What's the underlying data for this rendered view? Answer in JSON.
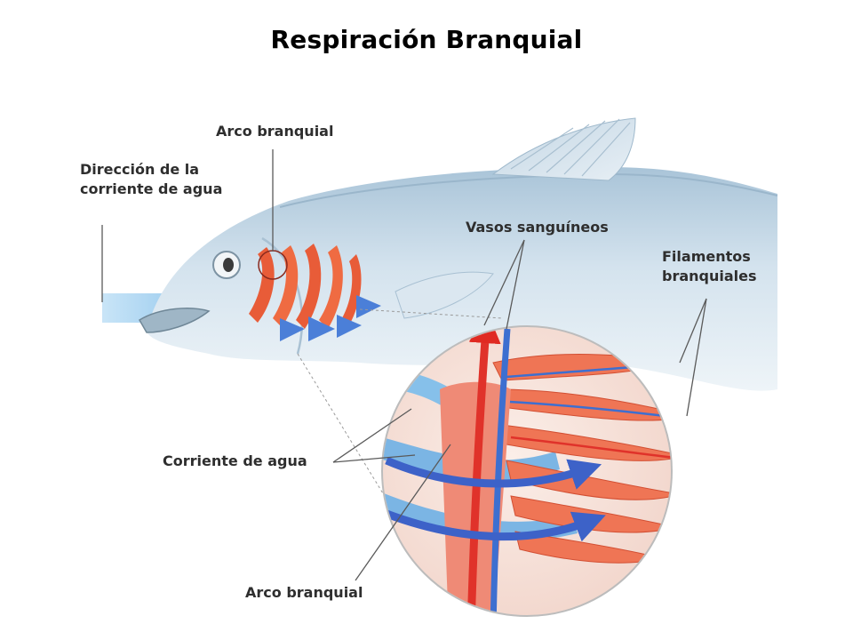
{
  "slide": {
    "title": "Respiración Branquial"
  },
  "labels": {
    "arco_top": "Arco branquial",
    "direccion_line1": "Dirección de la",
    "direccion_line2": "corriente de agua",
    "vasos": "Vasos sanguíneos",
    "filamentos_line1": "Filamentos",
    "filamentos_line2": "branquiales",
    "corriente": "Corriente de agua",
    "arco_bottom": "Arco branquial"
  },
  "colors": {
    "fish_body": "#c9dcea",
    "water": "#7fbde8",
    "artery": "#e8342a",
    "vein": "#3d6fd0",
    "filament": "#ee6e4e",
    "lens_bg": "#f7e3dc"
  }
}
